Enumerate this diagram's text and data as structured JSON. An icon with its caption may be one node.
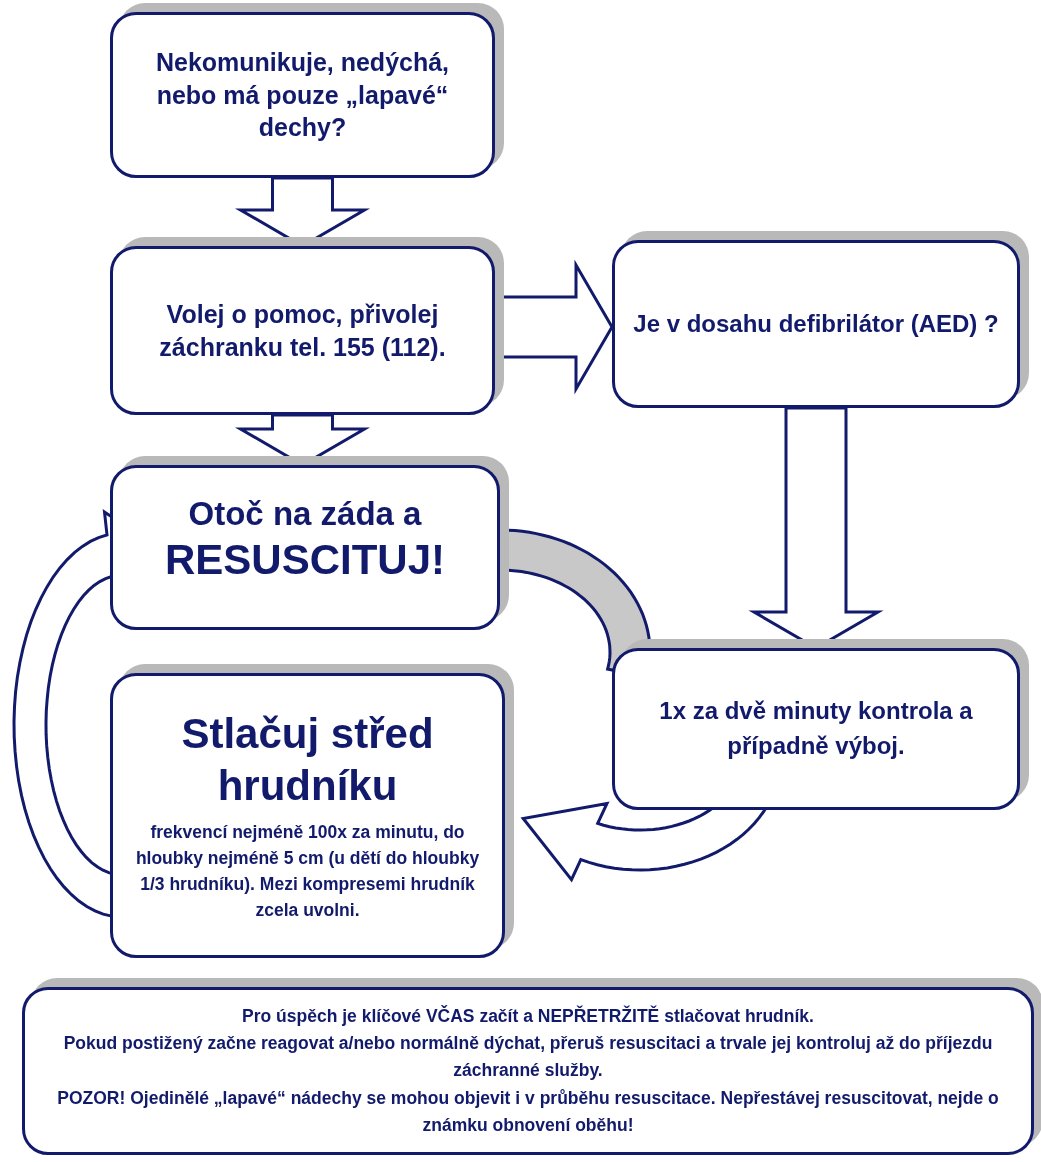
{
  "diagram": {
    "nodes": [
      {
        "text": [
          "Nekomunikuje, nedýchá, nebo má pouze „lapavé“ dechy?"
        ]
      },
      {
        "text": [
          "Volej o pomoc, přivolej záchranku tel. 155 (112)."
        ]
      },
      {
        "text": [
          "Je v dosahu defibrilátor (AED) ?"
        ]
      },
      {
        "text": [
          "Otoč na záda a",
          "RESUSCITUJ!"
        ]
      },
      {
        "text": [
          "Stlačuj střed hrudníku",
          "frekvencí nejméně 100x za minutu, do hloubky nejméně 5 cm (u dětí do hloubky 1/3 hrudníku). Mezi kompresemi hrudník zcela uvolni."
        ]
      },
      {
        "text": [
          "1x za dvě minuty kontrola a případně výboj."
        ]
      },
      {
        "text": [
          "Pro úspěch je klíčové VČAS začít a NEPŘETRŽITĚ stlačovat hrudník.",
          "Pokud postižený začne reagovat a/nebo normálně dýchat, přeruš resuscitaci a trvale jej kontroluj až do příjezdu záchranné služby.",
          "POZOR! Ojedinělé „lapavé“ nádechy se mohou objevit i v průběhu resuscitace. Nepřestávej resuscitovat, nejde o známku obnovení oběhu!"
        ]
      }
    ],
    "edges": [
      {
        "from": 0,
        "to": 1,
        "arrow": "to"
      },
      {
        "from": 1,
        "to": 3,
        "arrow": "to"
      },
      {
        "from": 1,
        "to": 2,
        "arrow": "to"
      },
      {
        "from": 2,
        "to": 5,
        "arrow": "to"
      },
      {
        "from": 3,
        "to": 5,
        "arrow": "none",
        "color": "#c8c8c8"
      },
      {
        "from": 5,
        "to": 4,
        "arrow": "to"
      },
      {
        "from": 4,
        "to": 3,
        "arrow": "to"
      }
    ]
  }
}
